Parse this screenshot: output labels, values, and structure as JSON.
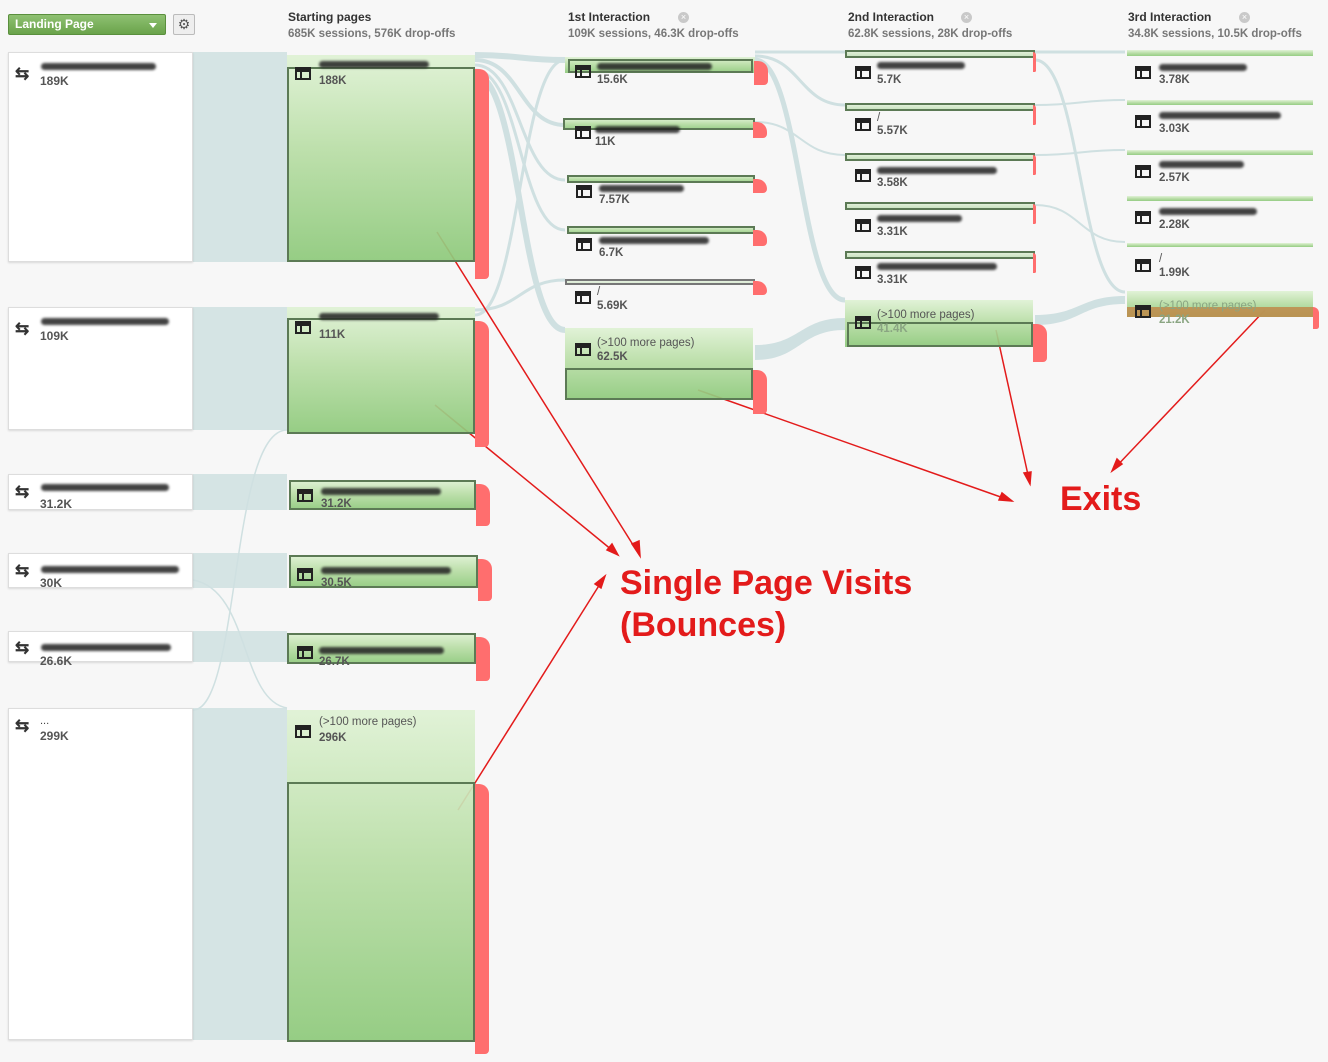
{
  "toolbar": {
    "dropdown_label": "Landing Page",
    "settings_icon": "gear-icon"
  },
  "columns": [
    {
      "title": "Starting pages",
      "subtitle": "685K sessions, 576K drop-offs",
      "closable": false
    },
    {
      "title": "1st Interaction",
      "subtitle": "109K sessions, 46.3K drop-offs",
      "closable": true
    },
    {
      "title": "2nd Interaction",
      "subtitle": "62.8K sessions, 28K drop-offs",
      "closable": true
    },
    {
      "title": "3rd Interaction",
      "subtitle": "34.8K sessions, 10.5K drop-offs",
      "closable": true
    }
  ],
  "landing_pages": [
    {
      "label": "",
      "value": "189K"
    },
    {
      "label": "",
      "value": "109K"
    },
    {
      "label": "",
      "value": "31.2K"
    },
    {
      "label": "",
      "value": "30K"
    },
    {
      "label": "",
      "value": "26.6K"
    },
    {
      "label": "...",
      "value": "299K"
    }
  ],
  "starting_pages": [
    {
      "label": "",
      "value": "188K"
    },
    {
      "label": "",
      "value": "111K"
    },
    {
      "label": "",
      "value": "31.2K"
    },
    {
      "label": "",
      "value": "30.5K"
    },
    {
      "label": "",
      "value": "26.7K"
    },
    {
      "label": "(>100 more pages)",
      "value": "296K"
    }
  ],
  "interaction_1": [
    {
      "label": "",
      "value": "15.6K"
    },
    {
      "label": "",
      "value": "11K"
    },
    {
      "label": "",
      "value": "7.57K"
    },
    {
      "label": "",
      "value": "6.7K"
    },
    {
      "label": "/",
      "value": "5.69K"
    },
    {
      "label": "(>100 more pages)",
      "value": "62.5K"
    }
  ],
  "interaction_2": [
    {
      "label": "",
      "value": "5.7K"
    },
    {
      "label": "/",
      "value": "5.57K"
    },
    {
      "label": "",
      "value": "3.58K"
    },
    {
      "label": "",
      "value": "3.31K"
    },
    {
      "label": "",
      "value": "3.31K"
    },
    {
      "label": "(>100 more pages)",
      "value": "41.4K"
    }
  ],
  "interaction_3": [
    {
      "label": "",
      "value": "3.78K"
    },
    {
      "label": "",
      "value": "3.03K"
    },
    {
      "label": "",
      "value": "2.57K"
    },
    {
      "label": "",
      "value": "2.28K"
    },
    {
      "label": "/",
      "value": "1.99K"
    },
    {
      "label": "(>100 more pages)",
      "value": "21.2K"
    }
  ],
  "annotations": {
    "bounces_line1": "Single Page Visits",
    "bounces_line2": "(Bounces)",
    "exits": "Exits"
  },
  "colors": {
    "node_green": "#8dc97a",
    "node_outline": "#5c7a55",
    "drop_off_red": "#ff6e6e",
    "flow_blue": "#cfe0e1",
    "annotation_red": "#e31b1b"
  }
}
